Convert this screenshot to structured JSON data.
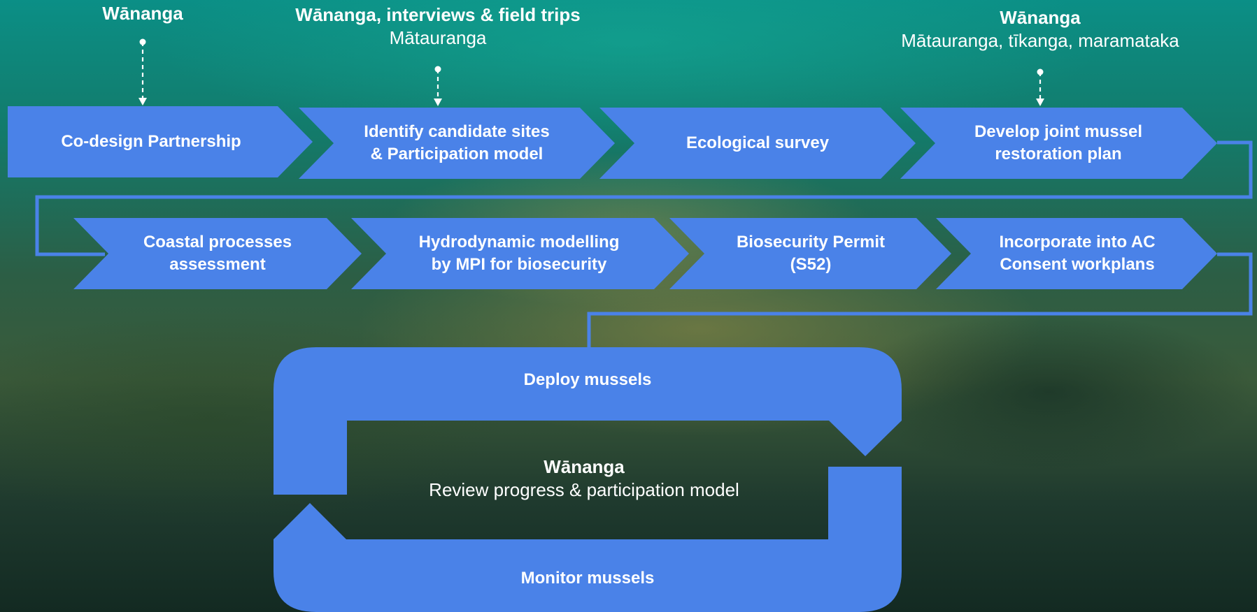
{
  "colors": {
    "accent": "#4a82e8",
    "text": "#ffffff"
  },
  "annotations": {
    "a1_title": "Wānanga",
    "a2_title": "Wānanga, interviews & field trips",
    "a2_sub": "Mātauranga",
    "a3_title": "Wānanga",
    "a3_sub": "Mātauranga, tīkanga, maramataka"
  },
  "row1": [
    {
      "line1": "Co-design Partnership"
    },
    {
      "line1": "Identify candidate sites",
      "line2": "& Participation model"
    },
    {
      "line1": "Ecological survey"
    },
    {
      "line1": "Develop joint mussel",
      "line2": "restoration plan"
    }
  ],
  "row2": [
    {
      "line1": "Coastal processes",
      "line2": "assessment"
    },
    {
      "line1": "Hydrodynamic modelling",
      "line2": "by MPI for biosecurity"
    },
    {
      "line1": "Biosecurity Permit",
      "line2": "(S52)"
    },
    {
      "line1": "Incorporate into AC",
      "line2": "Consent workplans"
    }
  ],
  "cycle": {
    "top": "Deploy mussels",
    "bottom": "Monitor mussels",
    "center_title": "Wānanga",
    "center_sub": "Review progress & participation model"
  }
}
